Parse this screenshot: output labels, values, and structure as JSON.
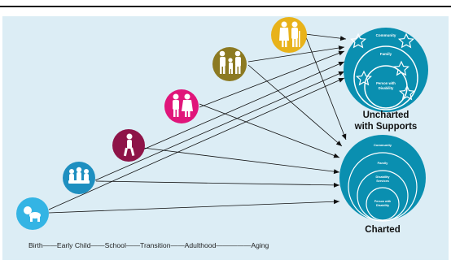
{
  "colors": {
    "panel_bg": "#dcedf5",
    "circle_teal": "#0a8fb0",
    "circle_ring": "#1aa4c6",
    "arrow": "#111111",
    "stage_birth": "#34b4e4",
    "stage_early_child": "#1e8fc0",
    "stage_school": "#8e1448",
    "stage_transition": "#e0157a",
    "stage_adulthood": "#8c7a22",
    "stage_aging": "#e8b21a"
  },
  "stages": [
    {
      "id": "birth",
      "icon": "baby-icon"
    },
    {
      "id": "early-child",
      "icon": "children-group-icon"
    },
    {
      "id": "school",
      "icon": "walking-child-icon"
    },
    {
      "id": "transition",
      "icon": "two-teens-icon"
    },
    {
      "id": "adulthood",
      "icon": "family-icon"
    },
    {
      "id": "aging",
      "icon": "elderly-couple-icon"
    }
  ],
  "timeline_label": "Birth——Early Child——School——Transition——Adulthood—————Aging",
  "uncharted": {
    "title_line1": "Uncharted",
    "title_line2": "with Supports",
    "rings": [
      "Community",
      "Family",
      "Person with",
      "Disability"
    ],
    "star_icon": "star-icon"
  },
  "charted": {
    "title": "Charted",
    "rings": [
      "Community",
      "Family",
      "Disability",
      "Services",
      "Person with",
      "Disability"
    ]
  }
}
